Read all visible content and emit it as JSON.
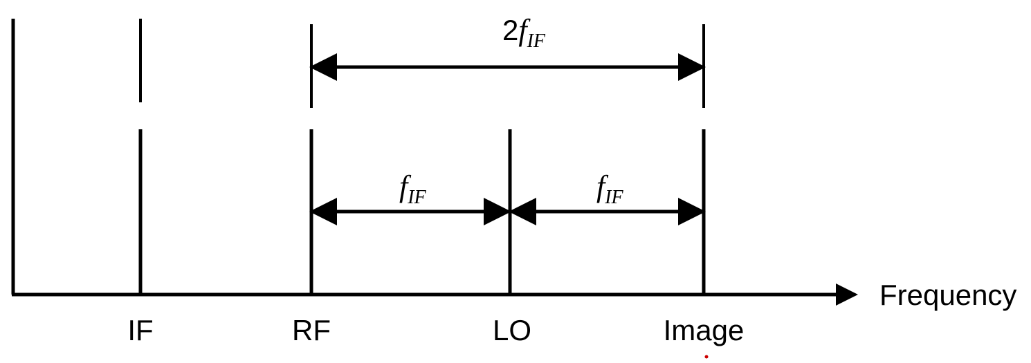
{
  "axis": {
    "label": "Frequency"
  },
  "markers": {
    "if": "IF",
    "rf": "RF",
    "lo": "LO",
    "image": "Image"
  },
  "spans": {
    "rf_to_image": {
      "prefix": "2",
      "symbol": "f",
      "subscript": "IF"
    },
    "rf_to_lo": {
      "symbol": "f",
      "subscript": "IF"
    },
    "lo_to_image": {
      "symbol": "f",
      "subscript": "IF"
    }
  },
  "colors": {
    "ink": "#000000",
    "background": "#ffffff",
    "stray_mark": "#cc0000"
  }
}
